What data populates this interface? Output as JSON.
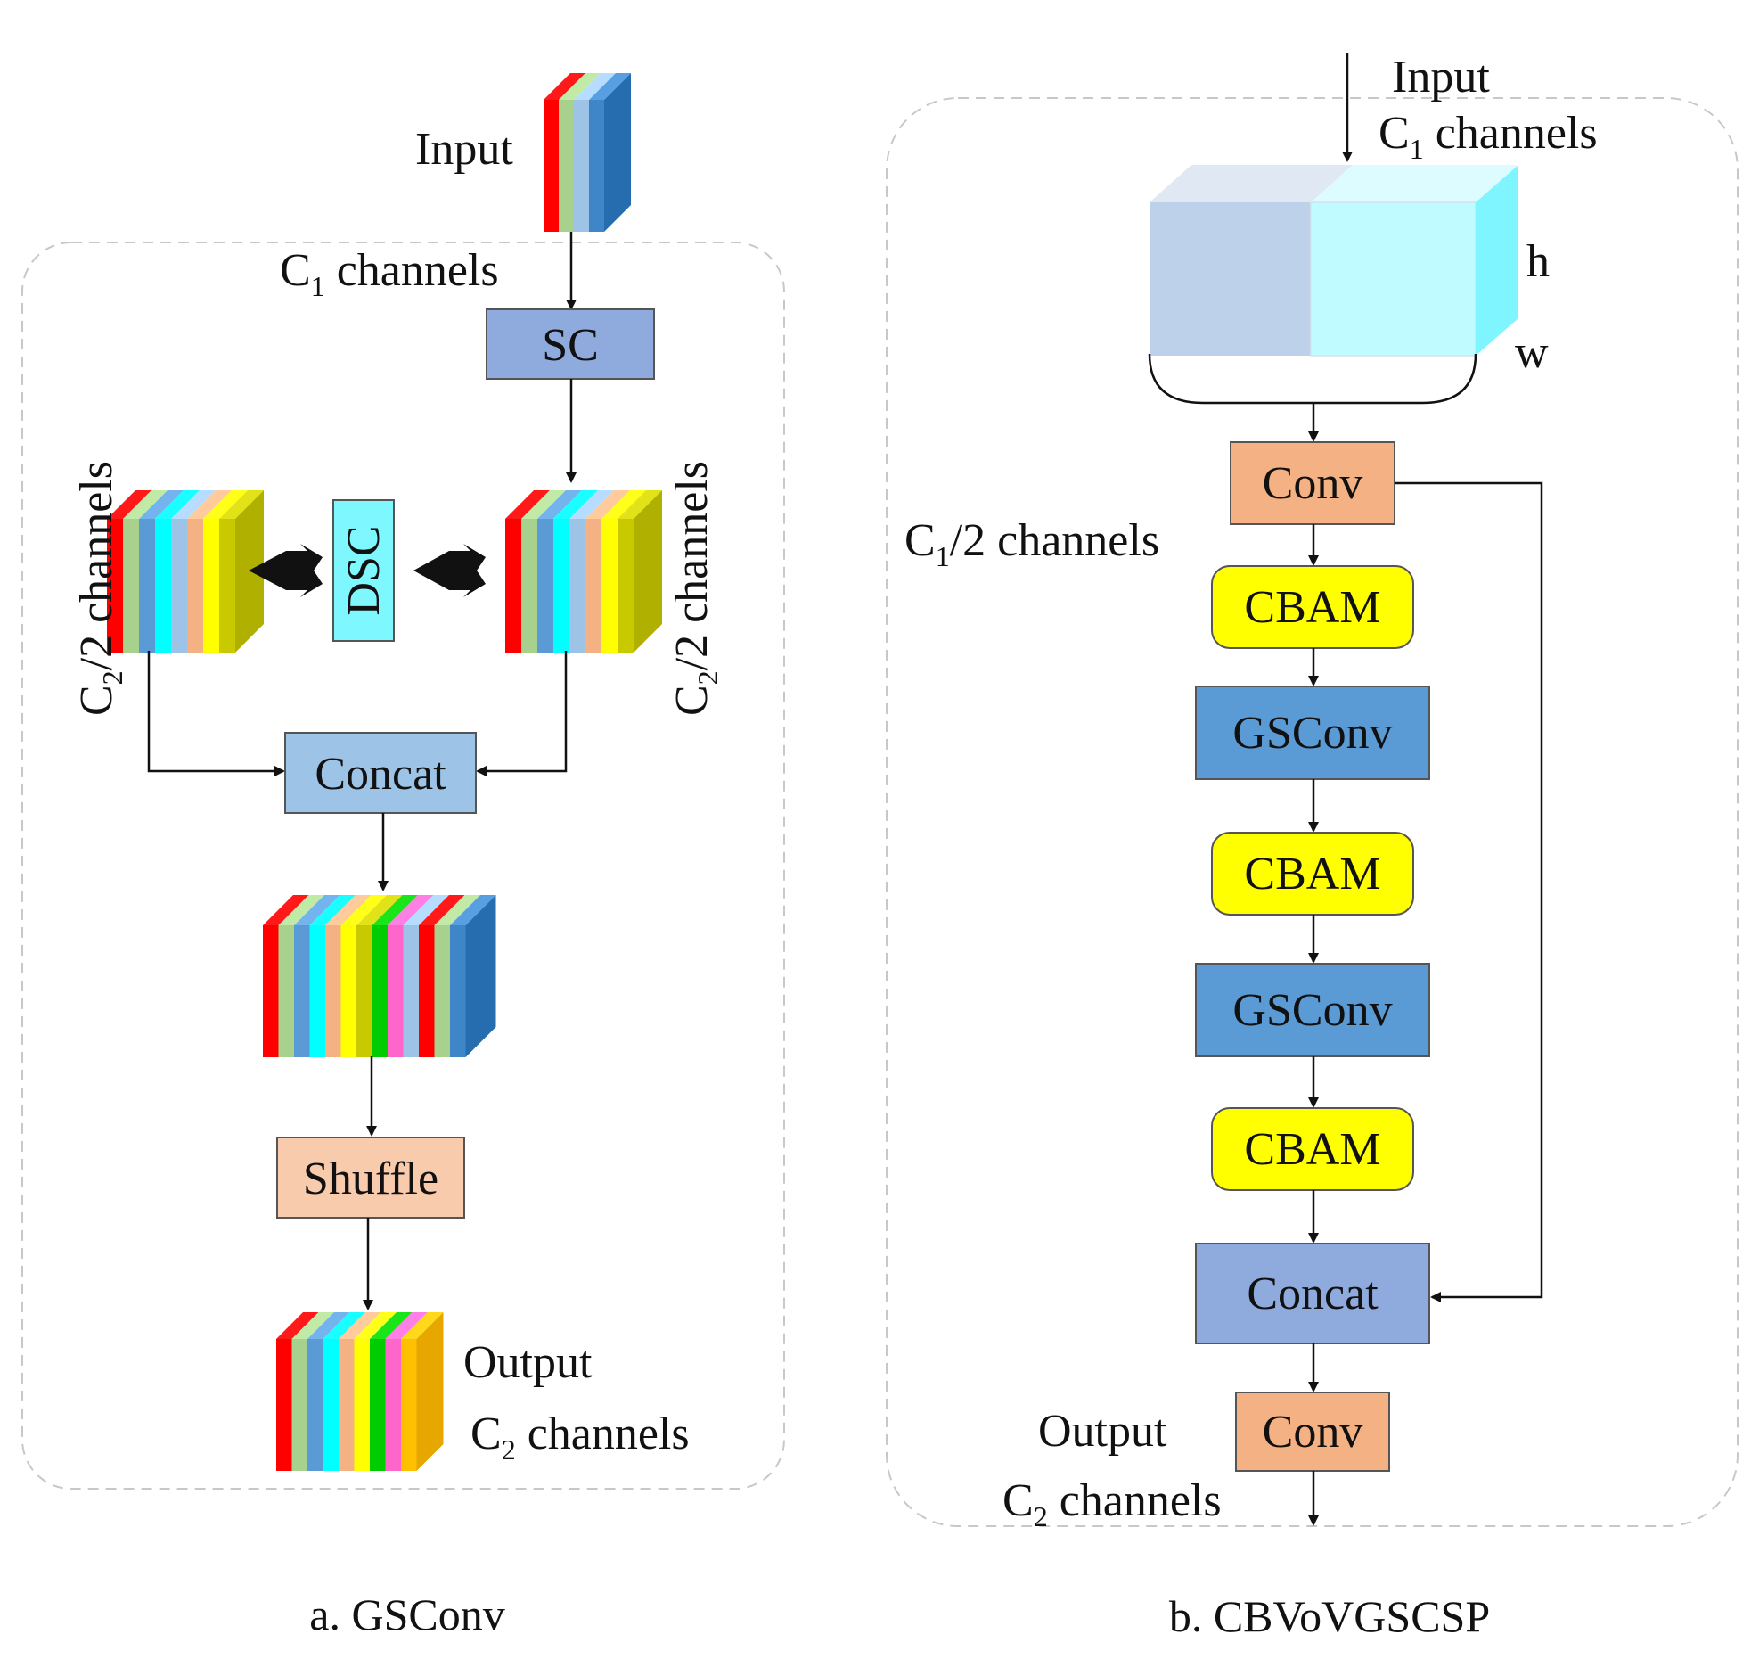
{
  "panel_a": {
    "caption": "a. GSConv",
    "input_label": "Input",
    "c1_label": {
      "main": "C",
      "sub": "1",
      "rest": " channels"
    },
    "sc_label": "SC",
    "dsc_label": "DSC",
    "left_half_label": {
      "main": "C",
      "sub": "2",
      "rest": "/2 channels"
    },
    "right_half_label": {
      "main": "C",
      "sub": "2",
      "rest": "/2 channels"
    },
    "concat_label": "Concat",
    "shuffle_label": "Shuffle",
    "output_label": "Output",
    "c2_label": {
      "main": "C",
      "sub": "2",
      "rest": " channels"
    }
  },
  "panel_b": {
    "caption": "b. CBVoVGSCSP",
    "input_label": "Input",
    "c1_label": {
      "main": "C",
      "sub": "1",
      "rest": " channels"
    },
    "h_label": "h",
    "w_label": "w",
    "conv1_label": "Conv",
    "half_label": {
      "main": "C",
      "sub": "1",
      "rest": "/2 channels"
    },
    "cbam1_label": "CBAM",
    "gsconv1_label": "GSConv",
    "cbam2_label": "CBAM",
    "gsconv2_label": "GSConv",
    "cbam3_label": "CBAM",
    "concat_label": "Concat",
    "conv2_label": "Conv",
    "output_label": "Output",
    "c2_label": {
      "main": "C",
      "sub": "2",
      "rest": " channels"
    }
  },
  "colors": {
    "sc_box": "#8faadc",
    "dsc_box": "#7ff7ff",
    "concat_a_box": "#9dc3e6",
    "shuffle_box": "#f8cbad",
    "conv_box": "#f4b183",
    "cbam_box": "#ffff00",
    "gsconv_box": "#5b9bd5",
    "concat_b_box": "#8faadc",
    "panel_border": "#c8c8c8"
  }
}
